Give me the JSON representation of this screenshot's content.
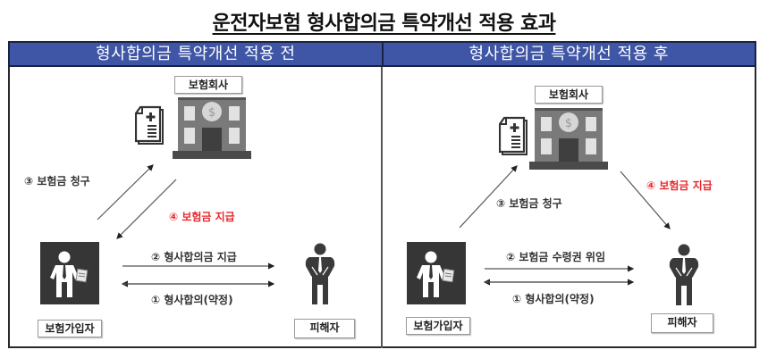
{
  "title": "운전자보험 형사합의금 특약개선 적용 효과",
  "colors": {
    "header_bg": "#3f55a5",
    "header_text": "#ffffff",
    "highlight_red": "#e8282b",
    "icon_gray": "#7a7a7a",
    "icon_dark": "#3a3a3a"
  },
  "panels": [
    {
      "header": "형사합의금 특약개선 적용 전",
      "insurer_label": "보험회사",
      "policyholder_label": "보험가입자",
      "victim_label": "피해자",
      "steps": {
        "step1": "① 형사합의(약정)",
        "step2": "② 형사합의금 지급",
        "step3": "③ 보험금 청구",
        "step4": "④ 보험금 지급"
      },
      "icons": [
        "document-icon",
        "bank-building-icon",
        "policyholder-icon",
        "victim-icon"
      ]
    },
    {
      "header": "형사합의금 특약개선 적용 후",
      "insurer_label": "보험회사",
      "policyholder_label": "보험가입자",
      "victim_label": "피해자",
      "steps": {
        "step1": "① 형사합의(약정)",
        "step2": "② 보험금 수령권 위임",
        "step3": "③ 보험금 청구",
        "step4": "④ 보험금 지급"
      },
      "icons": [
        "document-icon",
        "bank-building-icon",
        "policyholder-icon",
        "victim-icon"
      ]
    }
  ]
}
